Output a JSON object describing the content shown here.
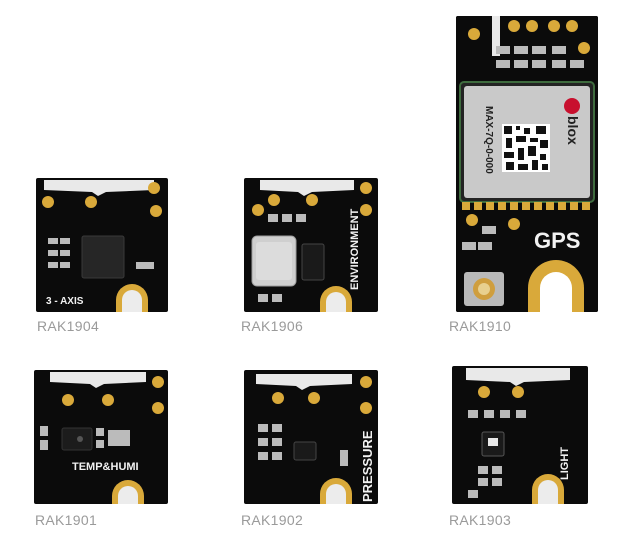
{
  "modules": [
    {
      "id": "rak1904",
      "caption": "RAK1904",
      "silk": "3 - AXIS"
    },
    {
      "id": "rak1906",
      "caption": "RAK1906",
      "silk": "ENVIRONMENT"
    },
    {
      "id": "rak1910",
      "caption": "RAK1910",
      "silk": "GPS",
      "chip_brand": "blox",
      "chip_model": "MAX-7Q-0-000"
    },
    {
      "id": "rak1901",
      "caption": "RAK1901",
      "silk": "TEMP&HUMI"
    },
    {
      "id": "rak1902",
      "caption": "RAK1902",
      "silk": "PRESSURE"
    },
    {
      "id": "rak1903",
      "caption": "RAK1903",
      "silk": "LIGHT"
    }
  ],
  "colors": {
    "pcb": "#0b0b0b",
    "gold": "#d9a93a",
    "silkscreen": "#f2f2f2",
    "caption": "#9a9a9a"
  }
}
